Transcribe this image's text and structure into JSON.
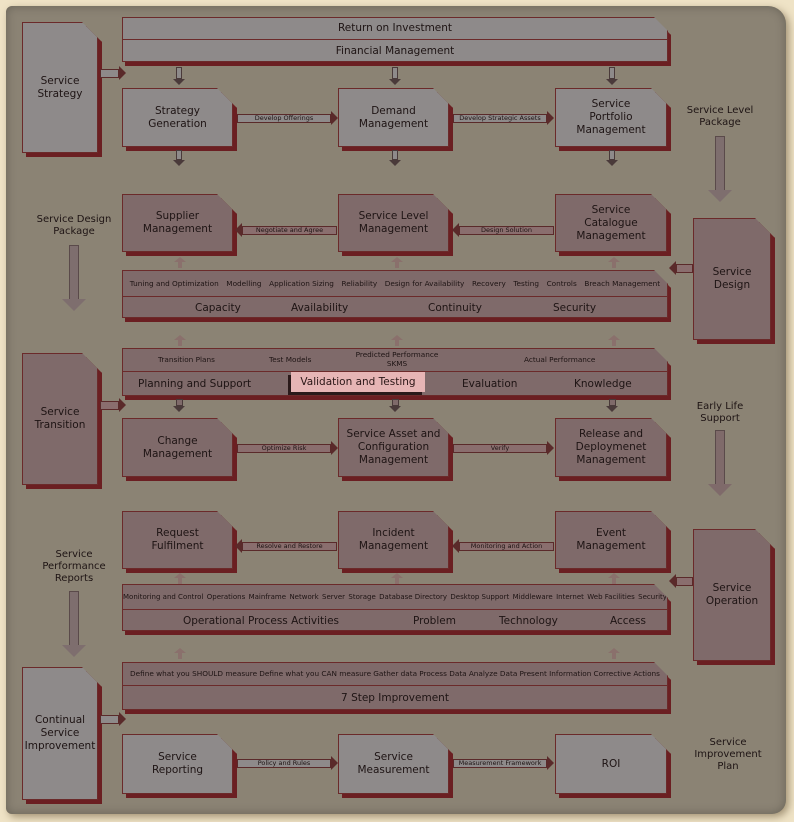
{
  "strategy": {
    "side": "Service\nStrategy",
    "roi": "Return on Investment",
    "fin": "Financial Management",
    "boxes": [
      "Strategy\nGeneration",
      "Demand\nManagement",
      "Service\nPortfolio\nManagement"
    ],
    "arrows": [
      "Develop Offerings",
      "Develop Strategic Assets"
    ],
    "package": "Service Level\nPackage"
  },
  "design": {
    "side": "Service\nDesign",
    "boxes": [
      "Supplier\nManagement",
      "Service Level\nManagement",
      "Service\nCatalogue\nManagement"
    ],
    "arrows": [
      "Negotiate and Agree",
      "Design Solution"
    ],
    "activities": [
      "Tuning and Optimization",
      "Modelling",
      "Application Sizing",
      "Reliability",
      "Design for Availability",
      "Recovery",
      "Testing",
      "Controls",
      "Breach Management"
    ],
    "areas": [
      "Capacity",
      "Availability",
      "Continuity",
      "Security"
    ],
    "package": "Service Design\nPackage"
  },
  "transition": {
    "side": "Service\nTransition",
    "activities": [
      "Transition Plans",
      "Test Models",
      "Predicted Performance\nSKMS",
      "Actual Performance"
    ],
    "areas": [
      "Planning and Support",
      "Validation and Testing",
      "Evaluation",
      "Knowledge"
    ],
    "boxes": [
      "Change\nManagement",
      "Service Asset and\nConfiguration\nManagement",
      "Release and\nDeploymenet\nManagement"
    ],
    "arrows": [
      "Optimize Risk",
      "Verify"
    ],
    "support": "Early Life\nSupport"
  },
  "operation": {
    "side": "Service\nOperation",
    "boxes": [
      "Request\nFulfilment",
      "Incident\nManagement",
      "Event\nManagement"
    ],
    "arrows": [
      "Resolve and Restore",
      "Monitoring and Action"
    ],
    "activities": [
      "Monitoring and Control",
      "Operations",
      "Mainframe",
      "Network",
      "Server",
      "Storage",
      "Database Directory",
      "Desktop Support",
      "Middleware",
      "Internet",
      "Web Facilities",
      "Security"
    ],
    "areas": [
      "Operational Process Activities",
      "Problem",
      "Technology",
      "Access"
    ],
    "reports": "Service\nPerformance\nReports"
  },
  "csi": {
    "side": "Continual\nService\nImprovement",
    "steps": [
      "Define what you SHOULD measure",
      "Define what you CAN measure",
      "Gather data",
      "Process Data",
      "Analyze Data",
      "Present Information",
      "Corrective Actions"
    ],
    "title": "7 Step Improvement",
    "boxes": [
      "Service\nReporting",
      "Service\nMeasurement",
      "ROI"
    ],
    "arrows": [
      "Policy and Rules",
      "Measurement Framework"
    ],
    "plan": "Service\nImprovement\nPlan"
  }
}
